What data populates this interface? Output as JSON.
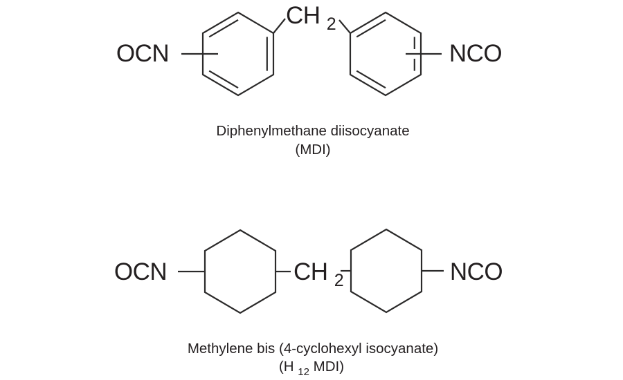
{
  "figure": {
    "background": "#ffffff",
    "ink_color": "#231f20",
    "type": "chemical-structure-diagram"
  },
  "structures": [
    {
      "id": "mdi",
      "ring_type": "benzene",
      "left_group": "OCN",
      "right_group": "NCO",
      "bridge_main": "CH",
      "bridge_sub": "2",
      "caption_line1": "Diphenylmethane diisocyanate",
      "caption_line2": "(MDI)"
    },
    {
      "id": "h12mdi",
      "ring_type": "cyclohexane",
      "left_group": "OCN",
      "right_group": "NCO",
      "bridge_main": "CH",
      "bridge_sub": "2",
      "caption_line1": "Methylene bis (4-cyclohexyl isocyanate)",
      "caption_line2_pre": "(H",
      "caption_line2_sub": "12",
      "caption_line2_post": "MDI)"
    }
  ]
}
